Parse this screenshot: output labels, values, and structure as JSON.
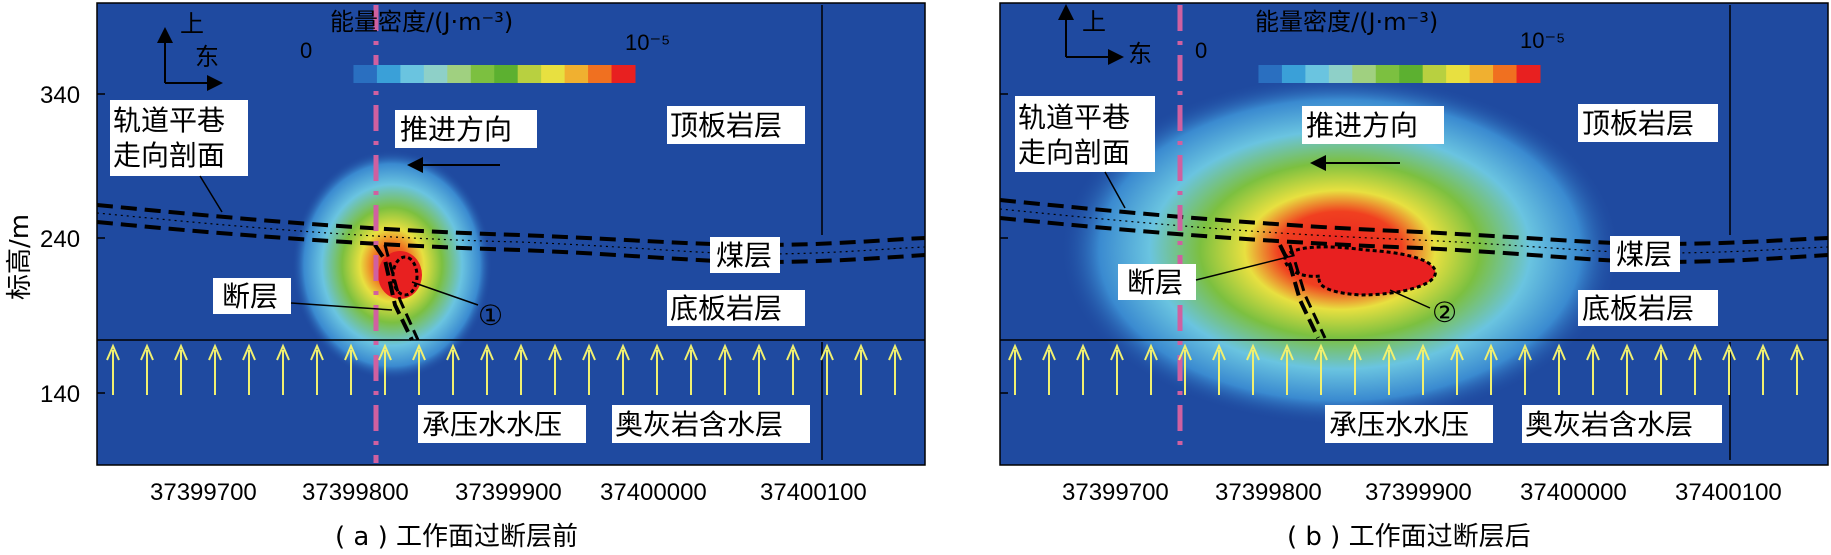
{
  "figure": {
    "y_axis_label": "标高/m",
    "y_ticks": [
      "340",
      "240",
      "140"
    ],
    "panels": [
      {
        "x_ticks": [
          "37399700",
          "37399800",
          "37399900",
          "37400000",
          "37400100"
        ],
        "caption": "( a ) 工作面过断层前",
        "compass_up": "上",
        "compass_east": "东",
        "colorbar_title": "能量密度/(J·m⁻³)",
        "colorbar_min": "0",
        "colorbar_max": "10⁻⁵",
        "labels": {
          "roadway": [
            "轨道平巷",
            "走向剖面"
          ],
          "advance": "推进方向",
          "roof": "顶板岩层",
          "coal": "煤层",
          "floor": "底板岩层",
          "fault": "断层",
          "pressure": "承压水水压",
          "aquifer": "奥灰岩含水层",
          "marker": "①"
        }
      },
      {
        "x_ticks": [
          "37399700",
          "37399800",
          "37399900",
          "37400000",
          "37400100"
        ],
        "caption": "( b ) 工作面过断层后",
        "compass_up": "上",
        "compass_east": "东",
        "colorbar_title": "能量密度/(J·m⁻³)",
        "colorbar_min": "0",
        "colorbar_max": "10⁻⁵",
        "labels": {
          "roadway": [
            "轨道平巷",
            "走向剖面"
          ],
          "advance": "推进方向",
          "roof": "顶板岩层",
          "coal": "煤层",
          "floor": "底板岩层",
          "fault": "断层",
          "pressure": "承压水水压",
          "aquifer": "奥灰岩含水层",
          "marker": "②"
        }
      }
    ],
    "colors": {
      "background_blue": "#1f4aa0",
      "colorbar": [
        "#1f4aa0",
        "#2a6fc0",
        "#3aa0d8",
        "#6ac4e0",
        "#8ed0c8",
        "#a0d080",
        "#7cc040",
        "#5cb030",
        "#b8d040",
        "#e8e040",
        "#f0b030",
        "#f07020",
        "#e82020"
      ],
      "arrows": "#f0f070",
      "centerline": "#d060a0"
    }
  }
}
